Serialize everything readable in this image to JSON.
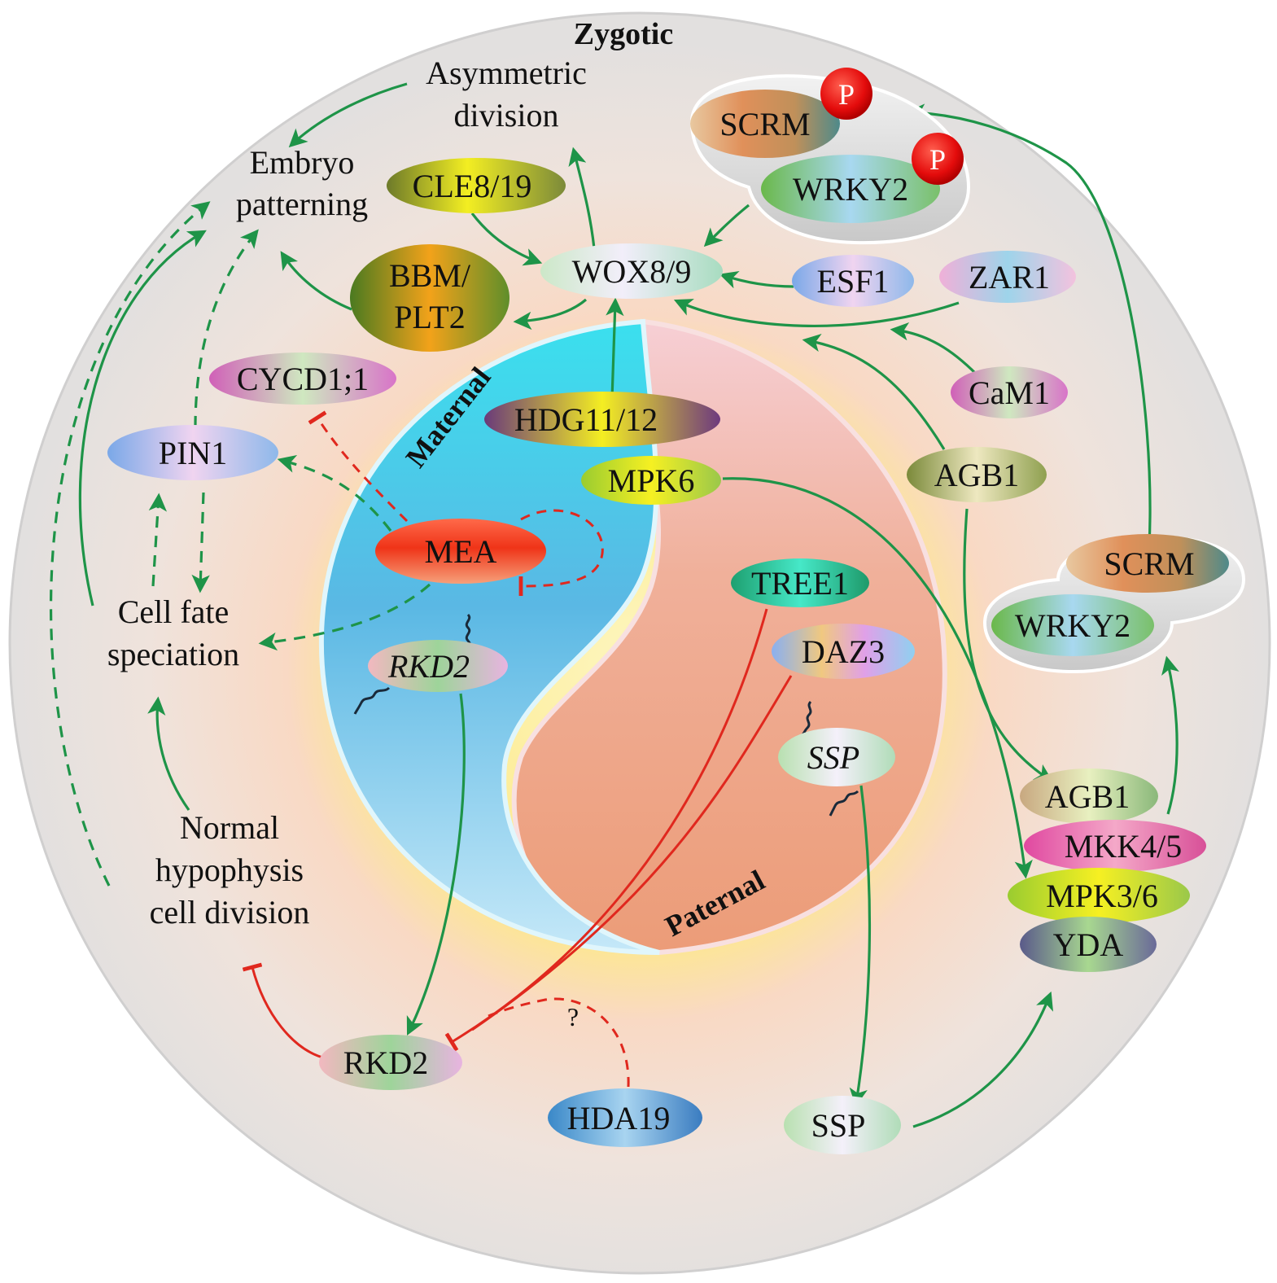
{
  "regions": {
    "zygotic": "Zygotic",
    "maternal": "Maternal",
    "paternal": "Paternal"
  },
  "processes": {
    "asymmetric_division": [
      "Asymmetric",
      "division"
    ],
    "embryo_patterning": [
      "Embryo",
      "patterning"
    ],
    "cell_fate_speciation": [
      "Cell fate",
      "speciation"
    ],
    "normal_hypophysis": [
      "Normal",
      "hypophysis",
      "cell division"
    ]
  },
  "nodes": {
    "scrm_p": "SCRM",
    "wrky2_p": "WRKY2",
    "phospho": "P",
    "cle8_19": "CLE8/19",
    "wox8_9": "WOX8/9",
    "bbm_plt2": [
      "BBM/",
      "PLT2"
    ],
    "esf1": "ESF1",
    "zar1": "ZAR1",
    "cam1": "CaM1",
    "cycd1_1": "CYCD1;1",
    "pin1": "PIN1",
    "hdg11_12": "HDG11/12",
    "mpk6": "MPK6",
    "agb1_top": "AGB1",
    "mea": "MEA",
    "tree1": "TREE1",
    "daz3": "DAZ3",
    "rkd2_transcript": "RKD2",
    "ssp_transcript": "SSP",
    "scrm_complex": "SCRM",
    "wrky2_complex": "WRKY2",
    "agb1_complex": "AGB1",
    "mkk4_5": "MKK4/5",
    "mpk3_6": "MPK3/6",
    "yda": "YDA",
    "rkd2_protein": "RKD2",
    "hda19": "HDA19",
    "ssp_protein": "SSP"
  },
  "annotations": {
    "unknown_link": "?"
  },
  "colors": {
    "activation": "#1e9448",
    "inhibition": "#e0281e",
    "phospho": "#e01010"
  }
}
